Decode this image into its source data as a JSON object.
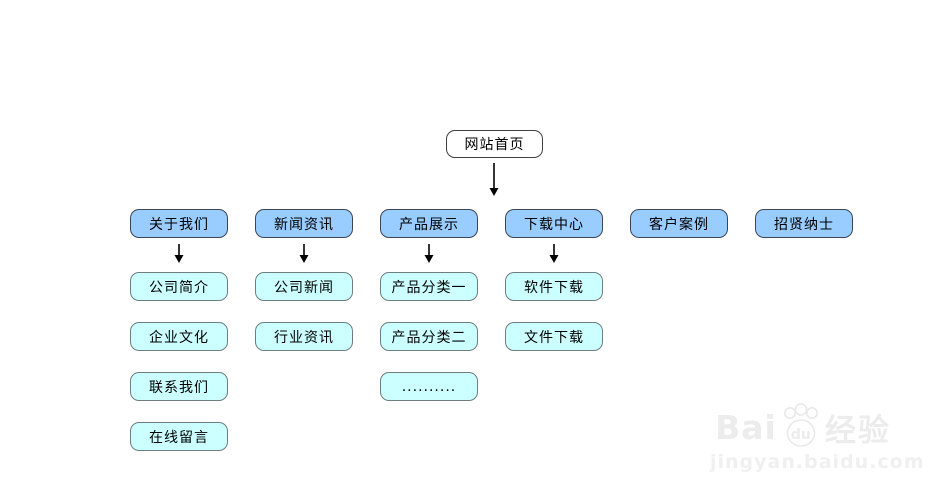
{
  "diagram": {
    "root": {
      "label": "网站首页"
    },
    "columns": [
      {
        "label": "关于我们",
        "children": [
          "公司简介",
          "企业文化",
          "联系我们",
          "在线留言"
        ]
      },
      {
        "label": "新闻资讯",
        "children": [
          "公司新闻",
          "行业资讯"
        ]
      },
      {
        "label": "产品展示",
        "children": [
          "产品分类一",
          "产品分类二",
          ".........."
        ]
      },
      {
        "label": "下载中心",
        "children": [
          "软件下载",
          "文件下载"
        ]
      },
      {
        "label": "客户案例",
        "children": []
      },
      {
        "label": "招贤纳士",
        "children": []
      }
    ],
    "colors": {
      "root_fill": "#ffffff",
      "root_border": "#404040",
      "primary_fill": "#99ccff",
      "primary_border": "#3d4553",
      "child_fill": "#ccffff",
      "child_border": "#6e7e7e",
      "arrow": "#000000",
      "text": "#000000"
    }
  },
  "watermark": {
    "brand_bai": "Bai",
    "brand_du": "du",
    "brand_suffix": "经验",
    "url": "jingyan.baidu.com",
    "color": "#ececec",
    "url_color": "#f0f0f0"
  }
}
